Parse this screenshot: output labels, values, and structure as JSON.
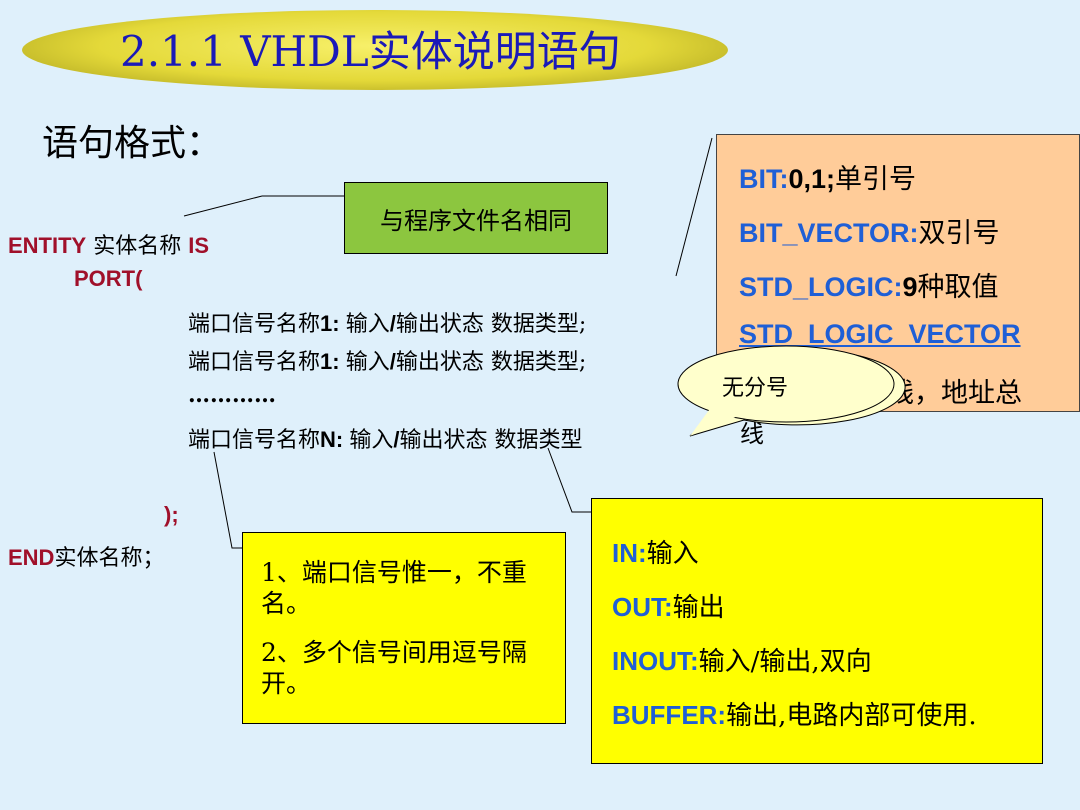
{
  "title": "2.1.1 VHDL实体说明语句",
  "subtitle": "语句格式：",
  "code": {
    "entity_kw": "ENTITY",
    "entity_name": " 实体名称 ",
    "is_kw": "IS",
    "port": "PORT(",
    "port_line1_name": "端口信号名称",
    "port_line1_num": "1: ",
    "port_line1_mid": " 输入",
    "port_line1_slash": "/",
    "port_line1_rest": "输出状态  数据类型;",
    "port_line2_name": "端口信号名称",
    "port_line2_num": "1: ",
    "port_line2_mid": " 输入",
    "port_line2_slash": "/",
    "port_line2_rest": "输出状态  数据类型;",
    "ellipsis": "…………",
    "port_lineN_name": "端口信号名称",
    "port_lineN_num": "N: ",
    "port_lineN_mid": " 输入",
    "port_lineN_slash": "/",
    "port_lineN_rest": "输出状态  数据类型",
    "close": ");",
    "end_kw": "END",
    "end_rest": "实体名称；"
  },
  "callouts": {
    "same_filename": "与程序文件名相同",
    "no_semicolon": "无分号",
    "overflow_char": "线",
    "types": [
      {
        "key": "BIT:",
        "val_bold": "0,1;",
        "val": "单引号"
      },
      {
        "key": "BIT_VECTOR:",
        "val_bold": "",
        "val": "双引号"
      },
      {
        "key": "STD_LOGIC:",
        "val_bold": "9",
        "val": "种取值"
      },
      {
        "key": "STD_LOGIC_VECTOR",
        "val_bold": "",
        "val": ""
      },
      {
        "key": "",
        "val_bold": "",
        "val": "线，地址总"
      }
    ],
    "rule1": "1、端口信号惟一，不重名。",
    "rule2": "2、多个信号间用逗号隔开。",
    "modes": [
      {
        "key": "IN:",
        "val": "输入"
      },
      {
        "key": "OUT:",
        "val": "输出"
      },
      {
        "key": "INOUT:",
        "val": "输入/输出,双向"
      },
      {
        "key": "BUFFER:",
        "val": "输出,电路内部可使用."
      }
    ]
  }
}
